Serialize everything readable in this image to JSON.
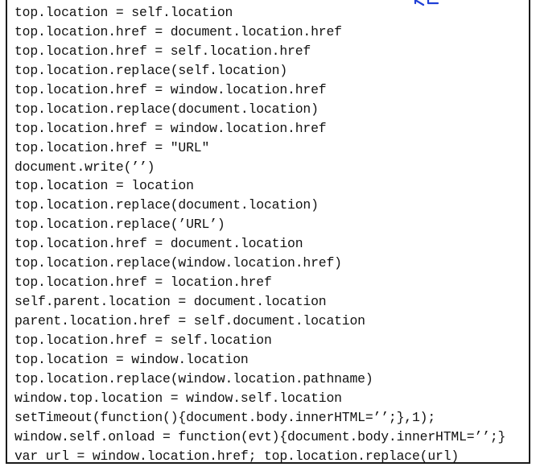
{
  "code_lines": [
    "top.location = self.location",
    "top.location.href = document.location.href",
    "top.location.href = self.location.href",
    "top.location.replace(self.location)",
    "top.location.href = window.location.href",
    "top.location.replace(document.location)",
    "top.location.href = window.location.href",
    "top.location.href = \"URL\"",
    "document.write(’’)",
    "top.location = location",
    "top.location.replace(document.location)",
    "top.location.replace(’URL’)",
    "top.location.href = document.location",
    "top.location.replace(window.location.href)",
    "top.location.href = location.href",
    "self.parent.location = document.location",
    "parent.location.href = self.document.location",
    "top.location.href = self.location",
    "top.location = window.location",
    "top.location.replace(window.location.pathname)",
    "window.top.location = window.self.location",
    "setTimeout(function(){document.body.innerHTML=’’;},1);",
    "window.self.onload = function(evt){document.body.innerHTML=’’;}",
    "var url = window.location.href; top.location.replace(url)"
  ],
  "colors": {
    "text": "#111111",
    "border": "#1a1a1a",
    "handwriting": "#1f3fd6"
  }
}
